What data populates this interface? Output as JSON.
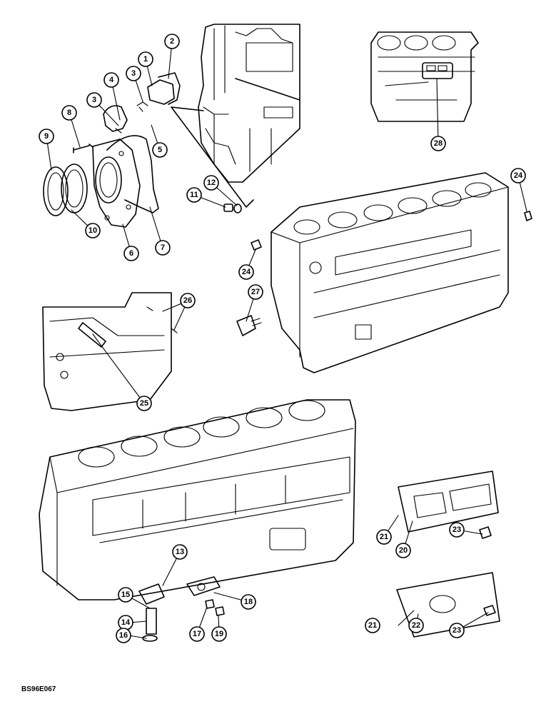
{
  "figure_ref": "BS96E067",
  "callouts": [
    {
      "id": "c1",
      "label": "1"
    },
    {
      "id": "c2",
      "label": "2"
    },
    {
      "id": "c3a",
      "label": "3"
    },
    {
      "id": "c3b",
      "label": "3"
    },
    {
      "id": "c4",
      "label": "4"
    },
    {
      "id": "c5",
      "label": "5"
    },
    {
      "id": "c6",
      "label": "6"
    },
    {
      "id": "c7",
      "label": "7"
    },
    {
      "id": "c8",
      "label": "8"
    },
    {
      "id": "c9",
      "label": "9"
    },
    {
      "id": "c10",
      "label": "10"
    },
    {
      "id": "c11",
      "label": "11"
    },
    {
      "id": "c12",
      "label": "12"
    },
    {
      "id": "c13",
      "label": "13"
    },
    {
      "id": "c14",
      "label": "14"
    },
    {
      "id": "c15",
      "label": "15"
    },
    {
      "id": "c16",
      "label": "16"
    },
    {
      "id": "c17",
      "label": "17"
    },
    {
      "id": "c18",
      "label": "18"
    },
    {
      "id": "c19",
      "label": "19"
    },
    {
      "id": "c20",
      "label": "20"
    },
    {
      "id": "c21a",
      "label": "21"
    },
    {
      "id": "c21b",
      "label": "21"
    },
    {
      "id": "c22",
      "label": "22"
    },
    {
      "id": "c23a",
      "label": "23"
    },
    {
      "id": "c23b",
      "label": "23"
    },
    {
      "id": "c24a",
      "label": "24"
    },
    {
      "id": "c24b",
      "label": "24"
    },
    {
      "id": "c25",
      "label": "25"
    },
    {
      "id": "c26",
      "label": "26"
    },
    {
      "id": "c27",
      "label": "27"
    },
    {
      "id": "c28",
      "label": "28"
    }
  ]
}
